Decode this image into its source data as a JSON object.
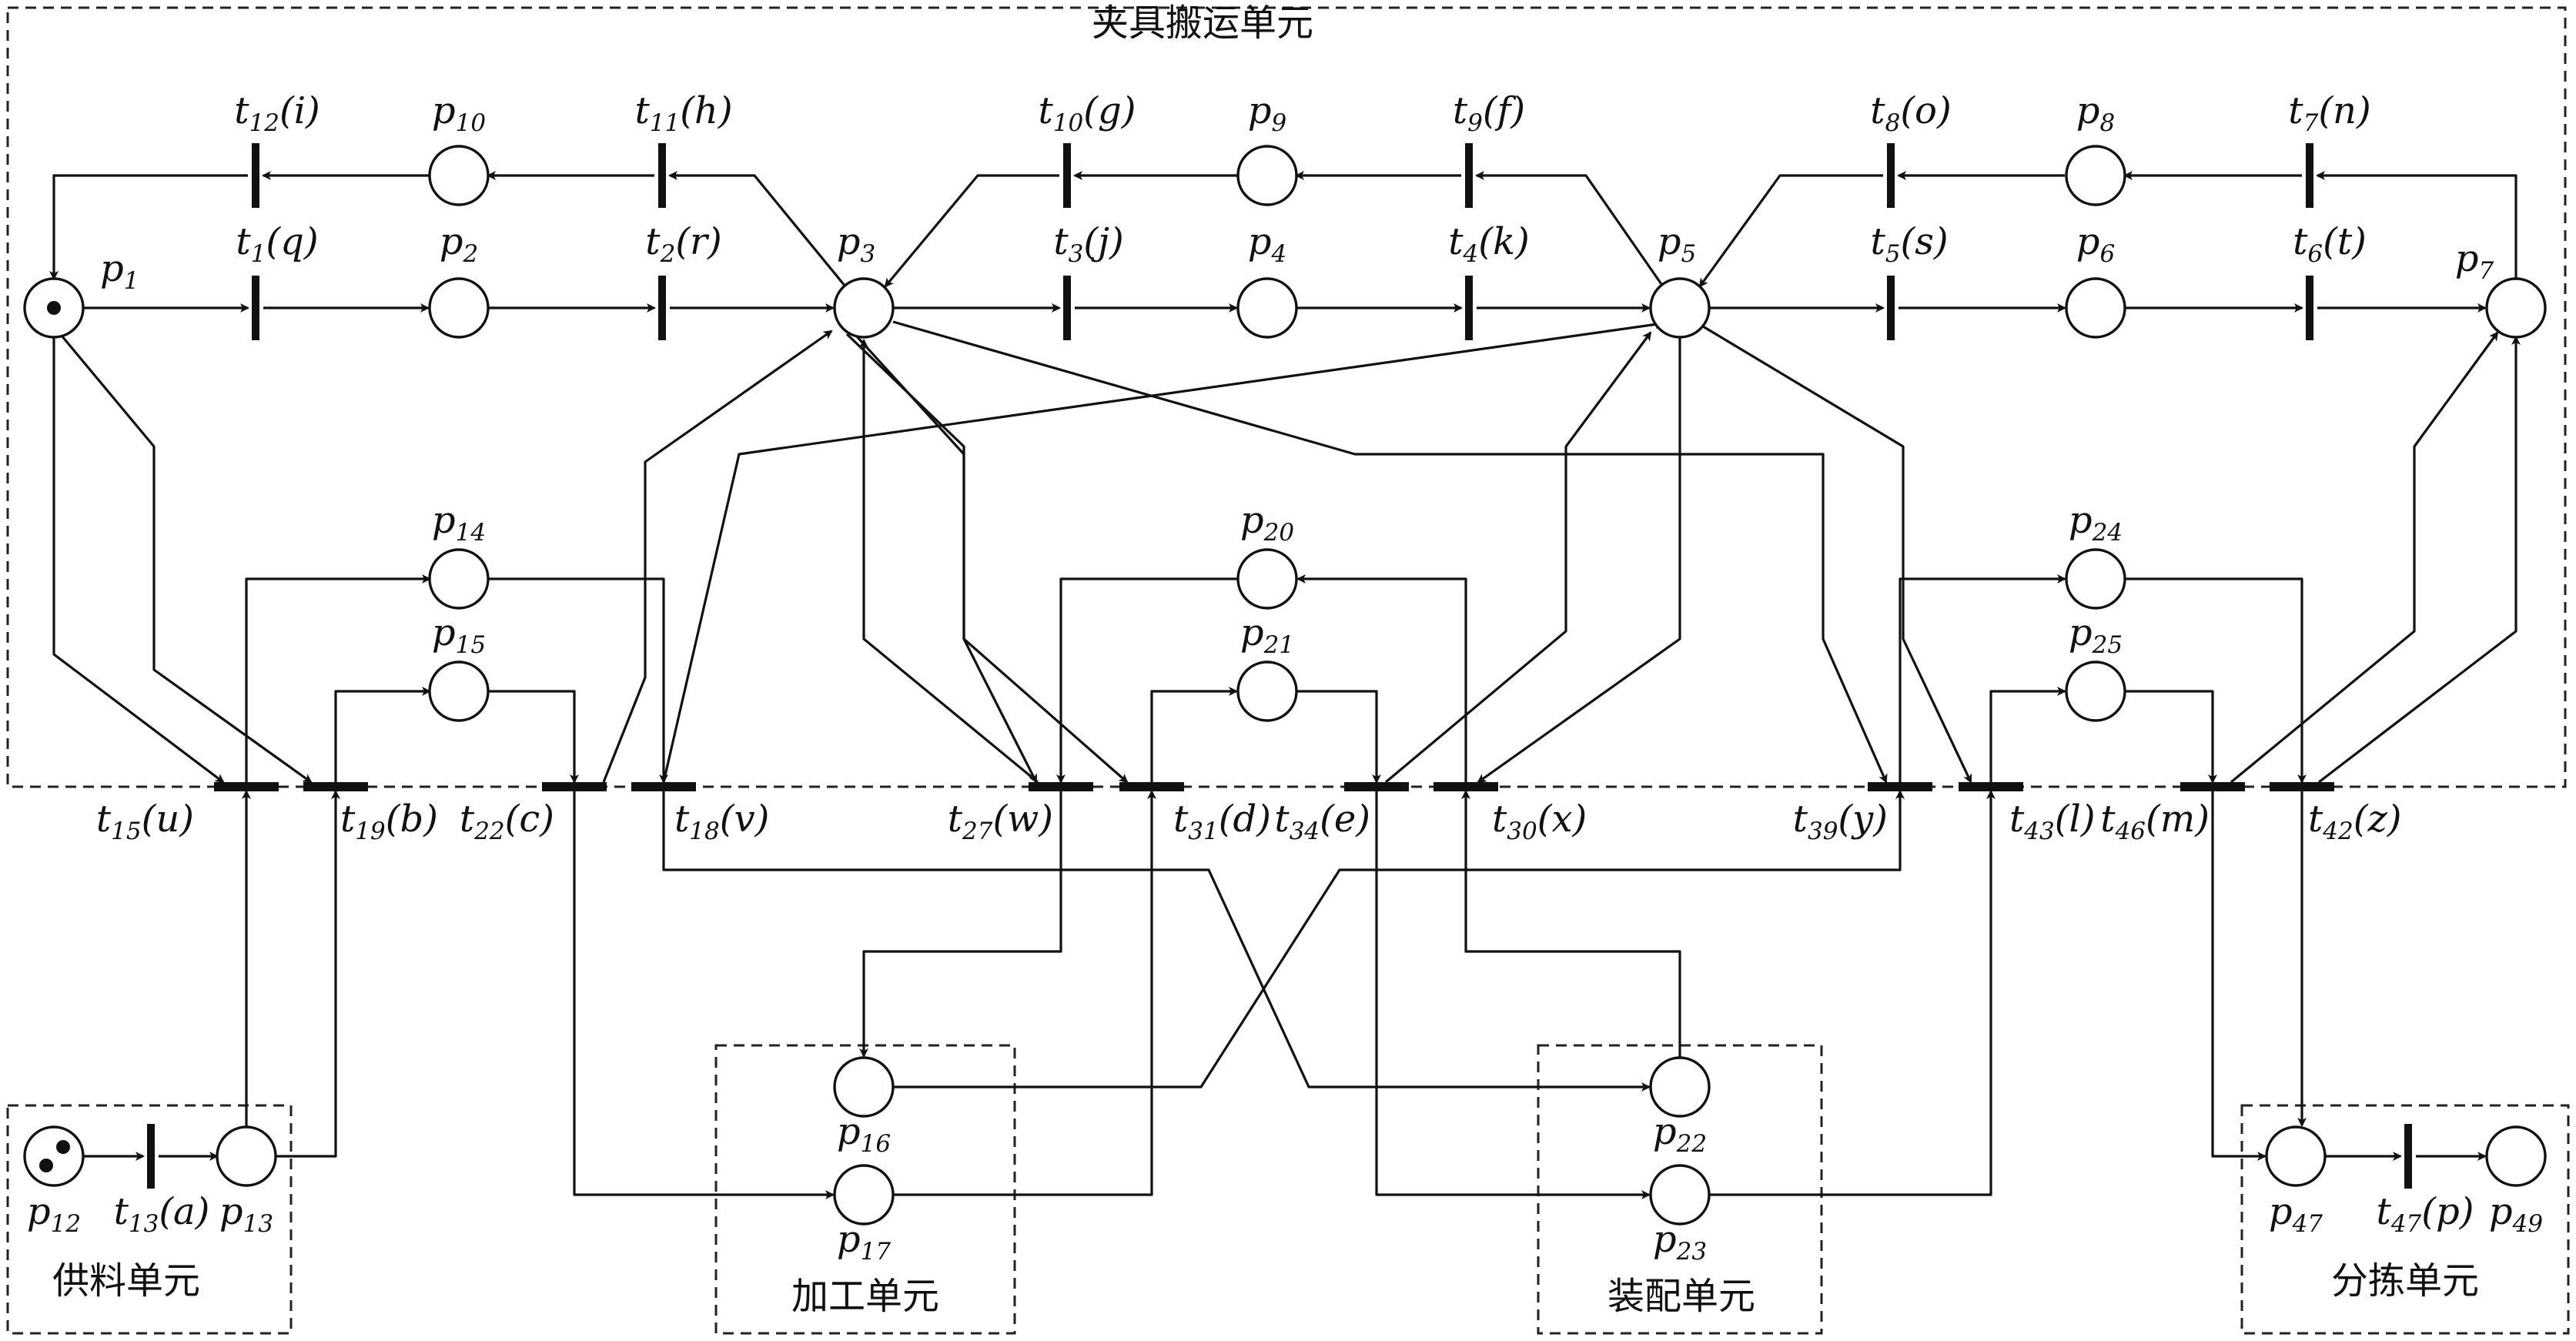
{
  "regions": [
    {
      "id": "fixture",
      "label": "夹具搬运单元"
    },
    {
      "id": "supply",
      "label": "供料单元"
    },
    {
      "id": "machining",
      "label": "加工单元"
    },
    {
      "id": "assembly",
      "label": "装配单元"
    },
    {
      "id": "sorting",
      "label": "分拣单元"
    }
  ],
  "places": [
    {
      "id": "p1",
      "label": "p",
      "sub": "1",
      "tokens": 1
    },
    {
      "id": "p2",
      "label": "p",
      "sub": "2",
      "tokens": 0
    },
    {
      "id": "p3",
      "label": "p",
      "sub": "3",
      "tokens": 0
    },
    {
      "id": "p4",
      "label": "p",
      "sub": "4",
      "tokens": 0
    },
    {
      "id": "p5",
      "label": "p",
      "sub": "5",
      "tokens": 0
    },
    {
      "id": "p6",
      "label": "p",
      "sub": "6",
      "tokens": 0
    },
    {
      "id": "p7",
      "label": "p",
      "sub": "7",
      "tokens": 0
    },
    {
      "id": "p8",
      "label": "p",
      "sub": "8",
      "tokens": 0
    },
    {
      "id": "p9",
      "label": "p",
      "sub": "9",
      "tokens": 0
    },
    {
      "id": "p10",
      "label": "p",
      "sub": "10",
      "tokens": 0
    },
    {
      "id": "p12",
      "label": "p",
      "sub": "12",
      "tokens": 2
    },
    {
      "id": "p13",
      "label": "p",
      "sub": "13",
      "tokens": 0
    },
    {
      "id": "p14",
      "label": "p",
      "sub": "14",
      "tokens": 0
    },
    {
      "id": "p15",
      "label": "p",
      "sub": "15",
      "tokens": 0
    },
    {
      "id": "p16",
      "label": "p",
      "sub": "16",
      "tokens": 0
    },
    {
      "id": "p17",
      "label": "p",
      "sub": "17",
      "tokens": 0
    },
    {
      "id": "p20",
      "label": "p",
      "sub": "20",
      "tokens": 0
    },
    {
      "id": "p21",
      "label": "p",
      "sub": "21",
      "tokens": 0
    },
    {
      "id": "p22",
      "label": "p",
      "sub": "22",
      "tokens": 0
    },
    {
      "id": "p23",
      "label": "p",
      "sub": "23",
      "tokens": 0
    },
    {
      "id": "p24",
      "label": "p",
      "sub": "24",
      "tokens": 0
    },
    {
      "id": "p25",
      "label": "p",
      "sub": "25",
      "tokens": 0
    },
    {
      "id": "p47",
      "label": "p",
      "sub": "47",
      "tokens": 0
    },
    {
      "id": "p49",
      "label": "p",
      "sub": "49",
      "tokens": 0
    }
  ],
  "transitions": [
    {
      "id": "t1",
      "label": "t",
      "sub": "1",
      "event": "(q)"
    },
    {
      "id": "t2",
      "label": "t",
      "sub": "2",
      "event": "(r)"
    },
    {
      "id": "t3",
      "label": "t",
      "sub": "3",
      "event": "(j)"
    },
    {
      "id": "t4",
      "label": "t",
      "sub": "4",
      "event": "(k)"
    },
    {
      "id": "t5",
      "label": "t",
      "sub": "5",
      "event": "(s)"
    },
    {
      "id": "t6",
      "label": "t",
      "sub": "6",
      "event": "(t)"
    },
    {
      "id": "t7",
      "label": "t",
      "sub": "7",
      "event": "(n)"
    },
    {
      "id": "t8",
      "label": "t",
      "sub": "8",
      "event": "(o)"
    },
    {
      "id": "t9",
      "label": "t",
      "sub": "9",
      "event": "(f)"
    },
    {
      "id": "t10",
      "label": "t",
      "sub": "10",
      "event": "(g)"
    },
    {
      "id": "t11",
      "label": "t",
      "sub": "11",
      "event": "(h)"
    },
    {
      "id": "t12",
      "label": "t",
      "sub": "12",
      "event": "(i)"
    },
    {
      "id": "t13",
      "label": "t",
      "sub": "13",
      "event": "(a)"
    },
    {
      "id": "t15",
      "label": "t",
      "sub": "15",
      "event": "(u)"
    },
    {
      "id": "t18",
      "label": "t",
      "sub": "18",
      "event": "(v)"
    },
    {
      "id": "t19",
      "label": "t",
      "sub": "19",
      "event": "(b)"
    },
    {
      "id": "t22",
      "label": "t",
      "sub": "22",
      "event": "(c)"
    },
    {
      "id": "t27",
      "label": "t",
      "sub": "27",
      "event": "(w)"
    },
    {
      "id": "t30",
      "label": "t",
      "sub": "30",
      "event": "(x)"
    },
    {
      "id": "t31",
      "label": "t",
      "sub": "31",
      "event": "(d)"
    },
    {
      "id": "t34",
      "label": "t",
      "sub": "34",
      "event": "(e)"
    },
    {
      "id": "t39",
      "label": "t",
      "sub": "39",
      "event": "(y)"
    },
    {
      "id": "t42",
      "label": "t",
      "sub": "42",
      "event": "(z)"
    },
    {
      "id": "t43",
      "label": "t",
      "sub": "43",
      "event": "(l)"
    },
    {
      "id": "t46",
      "label": "t",
      "sub": "46",
      "event": "(m)"
    },
    {
      "id": "t47",
      "label": "t",
      "sub": "47",
      "event": "(p)"
    }
  ],
  "arcs": [
    [
      "p1",
      "t1"
    ],
    [
      "t1",
      "p2"
    ],
    [
      "p2",
      "t2"
    ],
    [
      "t2",
      "p3"
    ],
    [
      "p3",
      "t3"
    ],
    [
      "t3",
      "p4"
    ],
    [
      "p4",
      "t4"
    ],
    [
      "t4",
      "p5"
    ],
    [
      "p5",
      "t5"
    ],
    [
      "t5",
      "p6"
    ],
    [
      "p6",
      "t6"
    ],
    [
      "t6",
      "p7"
    ],
    [
      "p7",
      "t7"
    ],
    [
      "t7",
      "p8"
    ],
    [
      "p8",
      "t8"
    ],
    [
      "t8",
      "p5"
    ],
    [
      "p5",
      "t9"
    ],
    [
      "t9",
      "p9"
    ],
    [
      "p9",
      "t10"
    ],
    [
      "t10",
      "p3"
    ],
    [
      "p3",
      "t11"
    ],
    [
      "t11",
      "p10"
    ],
    [
      "p10",
      "t12"
    ],
    [
      "t12",
      "p1"
    ],
    [
      "p12",
      "t13"
    ],
    [
      "t13",
      "p13"
    ],
    [
      "p1",
      "t15"
    ],
    [
      "p13",
      "t15"
    ],
    [
      "t15",
      "p14"
    ],
    [
      "p1",
      "t19"
    ],
    [
      "p13",
      "t19"
    ],
    [
      "t19",
      "p15"
    ],
    [
      "p14",
      "t18"
    ],
    [
      "t18",
      "p5"
    ],
    [
      "t18",
      "p22"
    ],
    [
      "p15",
      "t22"
    ],
    [
      "t22",
      "p3"
    ],
    [
      "t22",
      "p17"
    ],
    [
      "p3",
      "t27"
    ],
    [
      "p20",
      "t27"
    ],
    [
      "t27",
      "p16"
    ],
    [
      "p3",
      "t31"
    ],
    [
      "p17",
      "t31"
    ],
    [
      "t31",
      "p21"
    ],
    [
      "p21",
      "t34"
    ],
    [
      "t34",
      "p5"
    ],
    [
      "t34",
      "p23"
    ],
    [
      "p5",
      "t30"
    ],
    [
      "p22",
      "t30"
    ],
    [
      "t30",
      "p20"
    ],
    [
      "p3",
      "t39"
    ],
    [
      "p16",
      "t39"
    ],
    [
      "t39",
      "p24"
    ],
    [
      "p5",
      "t43"
    ],
    [
      "p23",
      "t43"
    ],
    [
      "t43",
      "p25"
    ],
    [
      "p25",
      "t46"
    ],
    [
      "t46",
      "p7"
    ],
    [
      "t46",
      "p47"
    ],
    [
      "p24",
      "t42"
    ],
    [
      "t42",
      "p7"
    ],
    [
      "t42",
      "p47"
    ],
    [
      "p47",
      "t47"
    ],
    [
      "t47",
      "p49"
    ],
    [
      "t27",
      "p3"
    ]
  ]
}
